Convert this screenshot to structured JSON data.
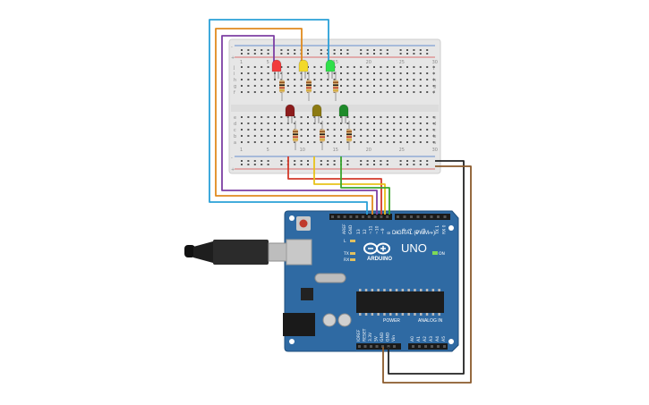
{
  "colors": {
    "board": "#2f6aa3",
    "board_dark": "#1f4f7d",
    "breadboard": "#e8e8e8",
    "rail_red": "#d64545",
    "rail_blue": "#3b6fc4",
    "wire_purple": "#7d3fa3",
    "wire_orange": "#e08a1e",
    "wire_cyan": "#2aa0d8",
    "wire_red": "#d33a2a",
    "wire_yellow": "#e8c21a",
    "wire_green": "#3aa62e",
    "wire_black": "#222222",
    "wire_brown": "#8b5a2b"
  },
  "breadboard": {
    "rows_top": [
      "j",
      "i",
      "h",
      "g",
      "f"
    ],
    "rows_bottom": [
      "e",
      "d",
      "c",
      "b",
      "a"
    ],
    "rail_plus": "+",
    "rail_minus": "-",
    "col_numbers": [
      "1",
      "5",
      "10",
      "15",
      "20",
      "25",
      "30"
    ]
  },
  "leds_top": [
    {
      "name": "red-led",
      "color": "#f23b3b"
    },
    {
      "name": "yellow-led",
      "color": "#f2d92a"
    },
    {
      "name": "green-led",
      "color": "#2fe04a"
    }
  ],
  "leds_bottom": [
    {
      "name": "dark-red-led",
      "color": "#8c1c1c"
    },
    {
      "name": "dark-yellow-led",
      "color": "#8c7a12"
    },
    {
      "name": "dark-green-led",
      "color": "#1f8a2a"
    }
  ],
  "arduino": {
    "brand": "ARDUINO",
    "model": "UNO",
    "digital_label": "DIGITAL (PWM ~)",
    "power_label": "POWER",
    "analog_label": "ANALOG IN",
    "on_label": "ON",
    "tx_label": "TX",
    "rx_label": "RX",
    "l_label": "L",
    "aref": "AREF",
    "gnd": "GND",
    "digital_pins": [
      "13",
      "12",
      "~11",
      "~10",
      "~9",
      "8",
      "7",
      "~6",
      "~5",
      "4",
      "~3",
      "2",
      "TX 1",
      "RX 0"
    ],
    "power_pins": [
      "IOREF",
      "RESET",
      "3.3V",
      "5V",
      "GND",
      "GND",
      "Vin"
    ],
    "analog_pins": [
      "A0",
      "A1",
      "A2",
      "A3",
      "A4",
      "A5"
    ]
  }
}
